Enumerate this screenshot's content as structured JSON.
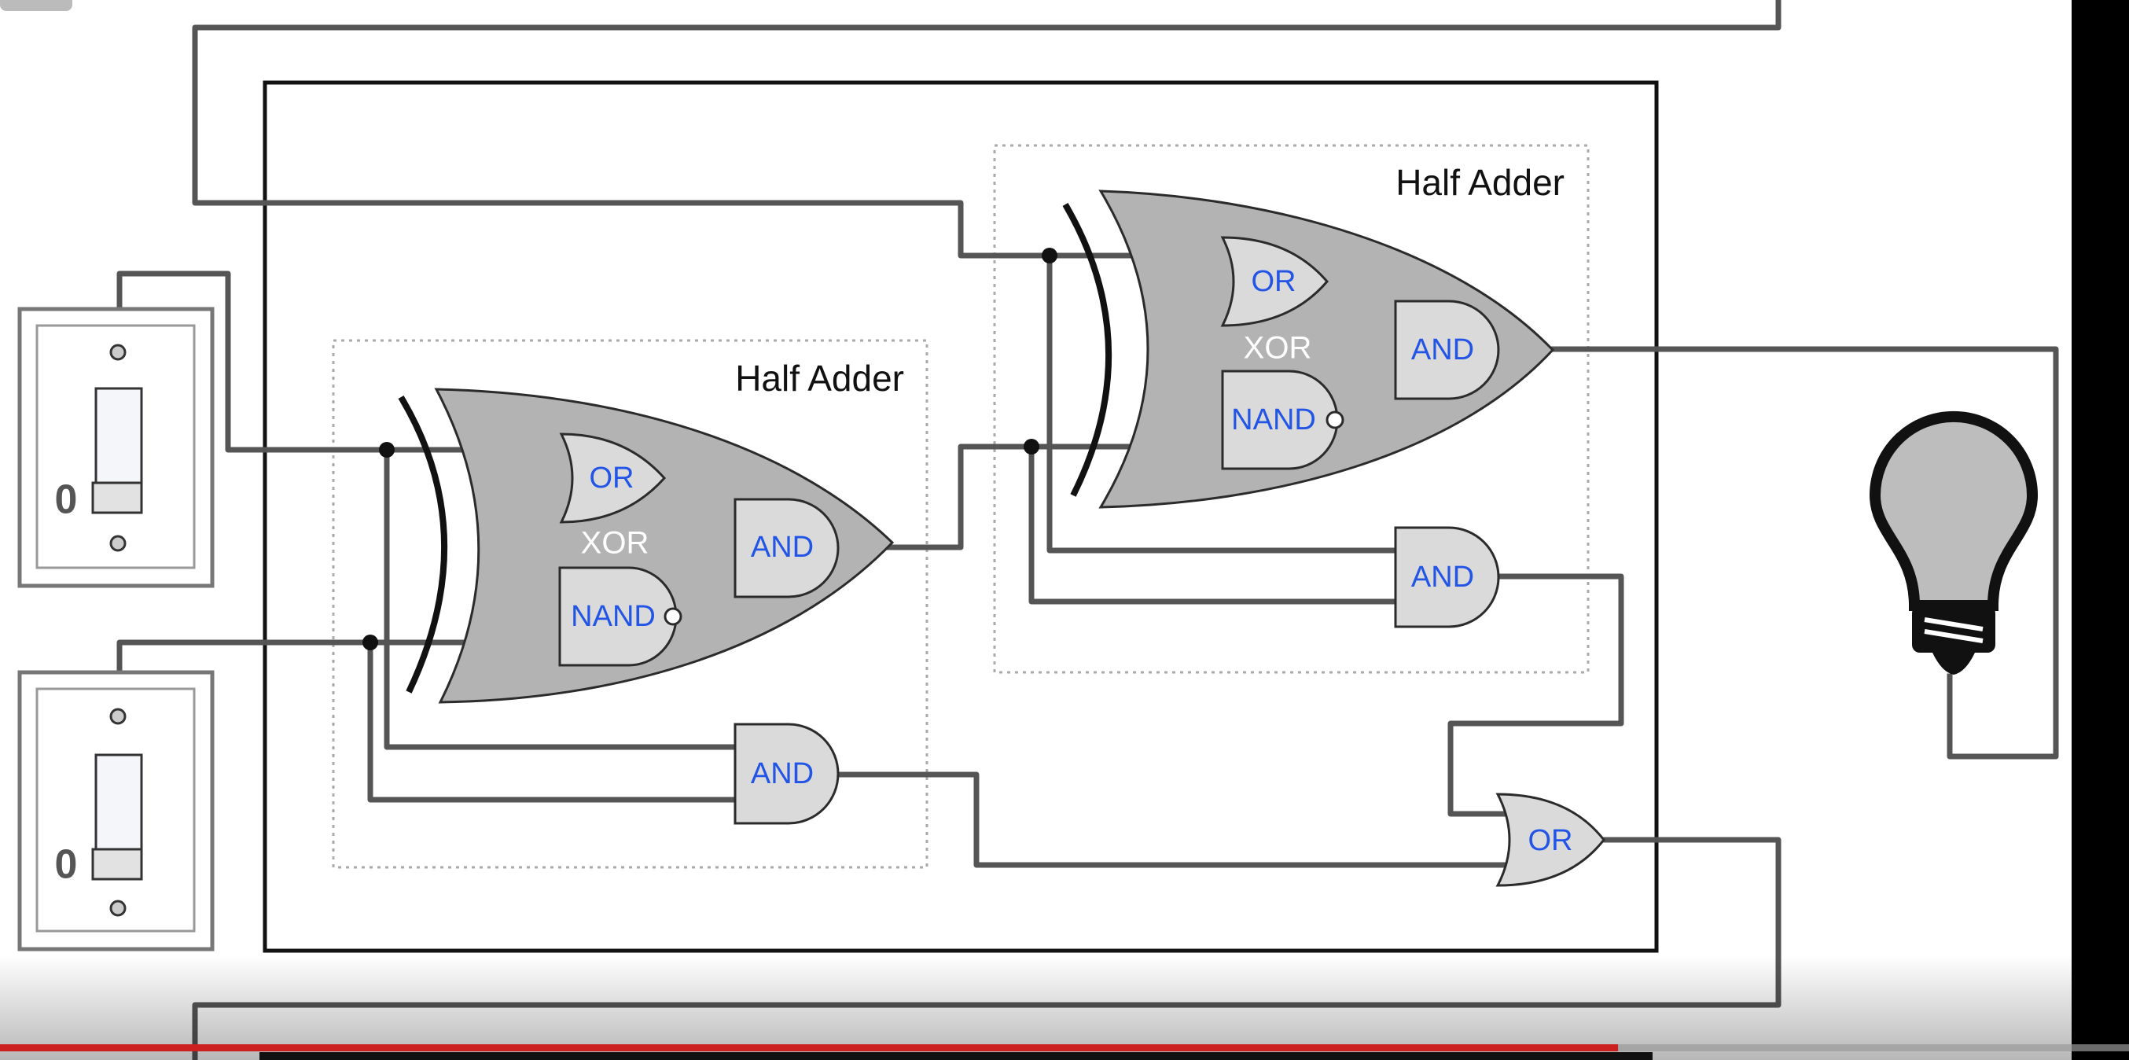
{
  "half_adders": [
    {
      "title": "Half Adder",
      "xor_label": "XOR",
      "gates": {
        "or": "OR",
        "nand": "NAND",
        "and_inner": "AND",
        "and_carry": "AND"
      }
    },
    {
      "title": "Half Adder",
      "xor_label": "XOR",
      "gates": {
        "or": "OR",
        "nand": "NAND",
        "and_inner": "AND",
        "and_carry": "AND"
      }
    }
  ],
  "carry_or_label": "OR",
  "switches": [
    {
      "value": "0"
    },
    {
      "value": "0"
    }
  ],
  "output": {
    "icon": "light-bulb-icon",
    "state": "off"
  },
  "video_progress": {
    "fraction": 0.76
  },
  "colors": {
    "wire": "#555555",
    "active_wire": "#cc2020",
    "gate_label": "#2255e6",
    "xor_fill": "#b3b3b3",
    "gate_fill": "#dadada",
    "progress": "#cc2020"
  }
}
